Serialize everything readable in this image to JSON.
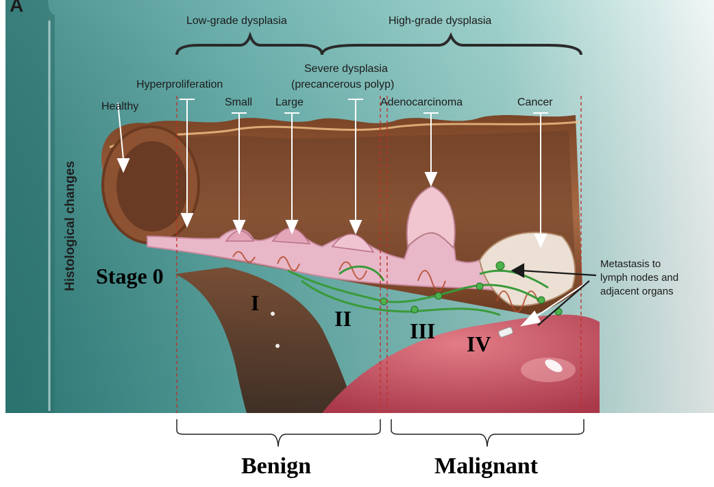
{
  "panel_letter": "A",
  "side_title": "Histological changes",
  "grades": {
    "low": "Low-grade dysplasia",
    "high": "High-grade dysplasia"
  },
  "labels": {
    "healthy": "Healthy",
    "hyperproliferation": "Hyperproliferation",
    "small": "Small",
    "large": "Large",
    "severe_line1": "Severe dysplasia",
    "severe_line2": "(precancerous polyp)",
    "adenocarcinoma": "Adenocarcinoma",
    "cancer": "Cancer",
    "metastasis_line1": "Metastasis to",
    "metastasis_line2": "lymph nodes and",
    "metastasis_line3": "adjacent organs"
  },
  "stages": {
    "stage0": "Stage 0",
    "s1": "I",
    "s2": "II",
    "s3": "III",
    "s4": "IV"
  },
  "groups": {
    "benign": "Benign",
    "malignant": "Malignant"
  },
  "colors": {
    "background_teal": "#4e9e9a",
    "colon_wall": "#8a5030",
    "mucosa_pink": "#e9b8c8",
    "lymph_green": "#3a9a3a",
    "organ_red": "#c8505c",
    "divider_red": "#c0302a"
  }
}
